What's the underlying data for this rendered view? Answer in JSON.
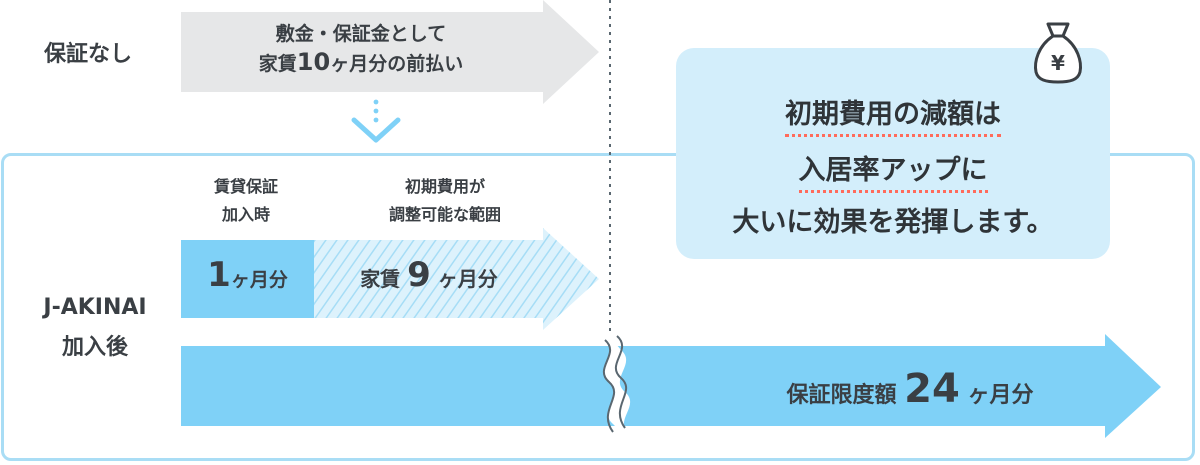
{
  "rows": {
    "no_guarantee_label": "保証なし",
    "j_akinai_label_line1": "J-AKINAI",
    "j_akinai_label_line2": "加入後"
  },
  "no_guarantee_arrow": {
    "line1": "敷金・保証金として",
    "line2_prefix": "家賃",
    "line2_number": "10",
    "line2_suffix": "ヶ月分の前払い"
  },
  "headers": {
    "guarantee_fee_line1": "賃貸保証",
    "guarantee_fee_line2": "加入時",
    "adjustable_line1": "初期費用が",
    "adjustable_line2": "調整可能な範囲"
  },
  "bars": {
    "fee_number": "1",
    "fee_suffix": "ヶ月分",
    "adjustable_prefix": "家賃",
    "adjustable_number": "9",
    "adjustable_suffix": "ヶ月分",
    "limit_prefix": "保証限度額",
    "limit_number": "24",
    "limit_suffix": "ヶ月分"
  },
  "callout": {
    "line1": "初期費用の減額は",
    "line2": "入居率アップに",
    "line3": "大いに効果を発揮します。",
    "icon_symbol": "¥"
  },
  "colors": {
    "frame": "#a9ddf5",
    "bar_blue": "#7fd1f7",
    "bar_stripe": "#d9f1fc",
    "callout_bg": "#d3eefb",
    "gray_arrow": "#e6e7e8",
    "accent_dots": "#ff6b5b"
  }
}
